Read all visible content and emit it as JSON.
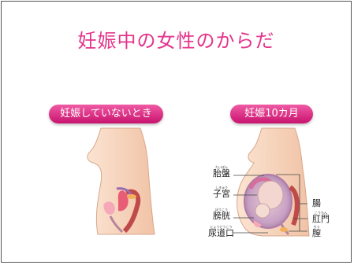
{
  "title": "妊娠中の女性のからだ",
  "left_panel": {
    "badge": "妊娠していないとき"
  },
  "right_panel": {
    "badge": "妊娠10カ月",
    "labels_left": [
      {
        "text": "胎盤",
        "ruby": "たいばん"
      },
      {
        "text": "子宮",
        "ruby": "しきゅう"
      },
      {
        "text": "膀胱",
        "ruby": "ぼうこう"
      },
      {
        "text": "尿道口",
        "ruby": "にょうどうこう"
      }
    ],
    "labels_right": [
      {
        "text": "腸",
        "ruby": ""
      },
      {
        "text": "肛門",
        "ruby": "こうもん"
      },
      {
        "text": "膣",
        "ruby": "ちつ"
      }
    ]
  },
  "colors": {
    "title": "#e4338b",
    "badge": "#d81f7f",
    "skin": "#f8d8c2"
  }
}
